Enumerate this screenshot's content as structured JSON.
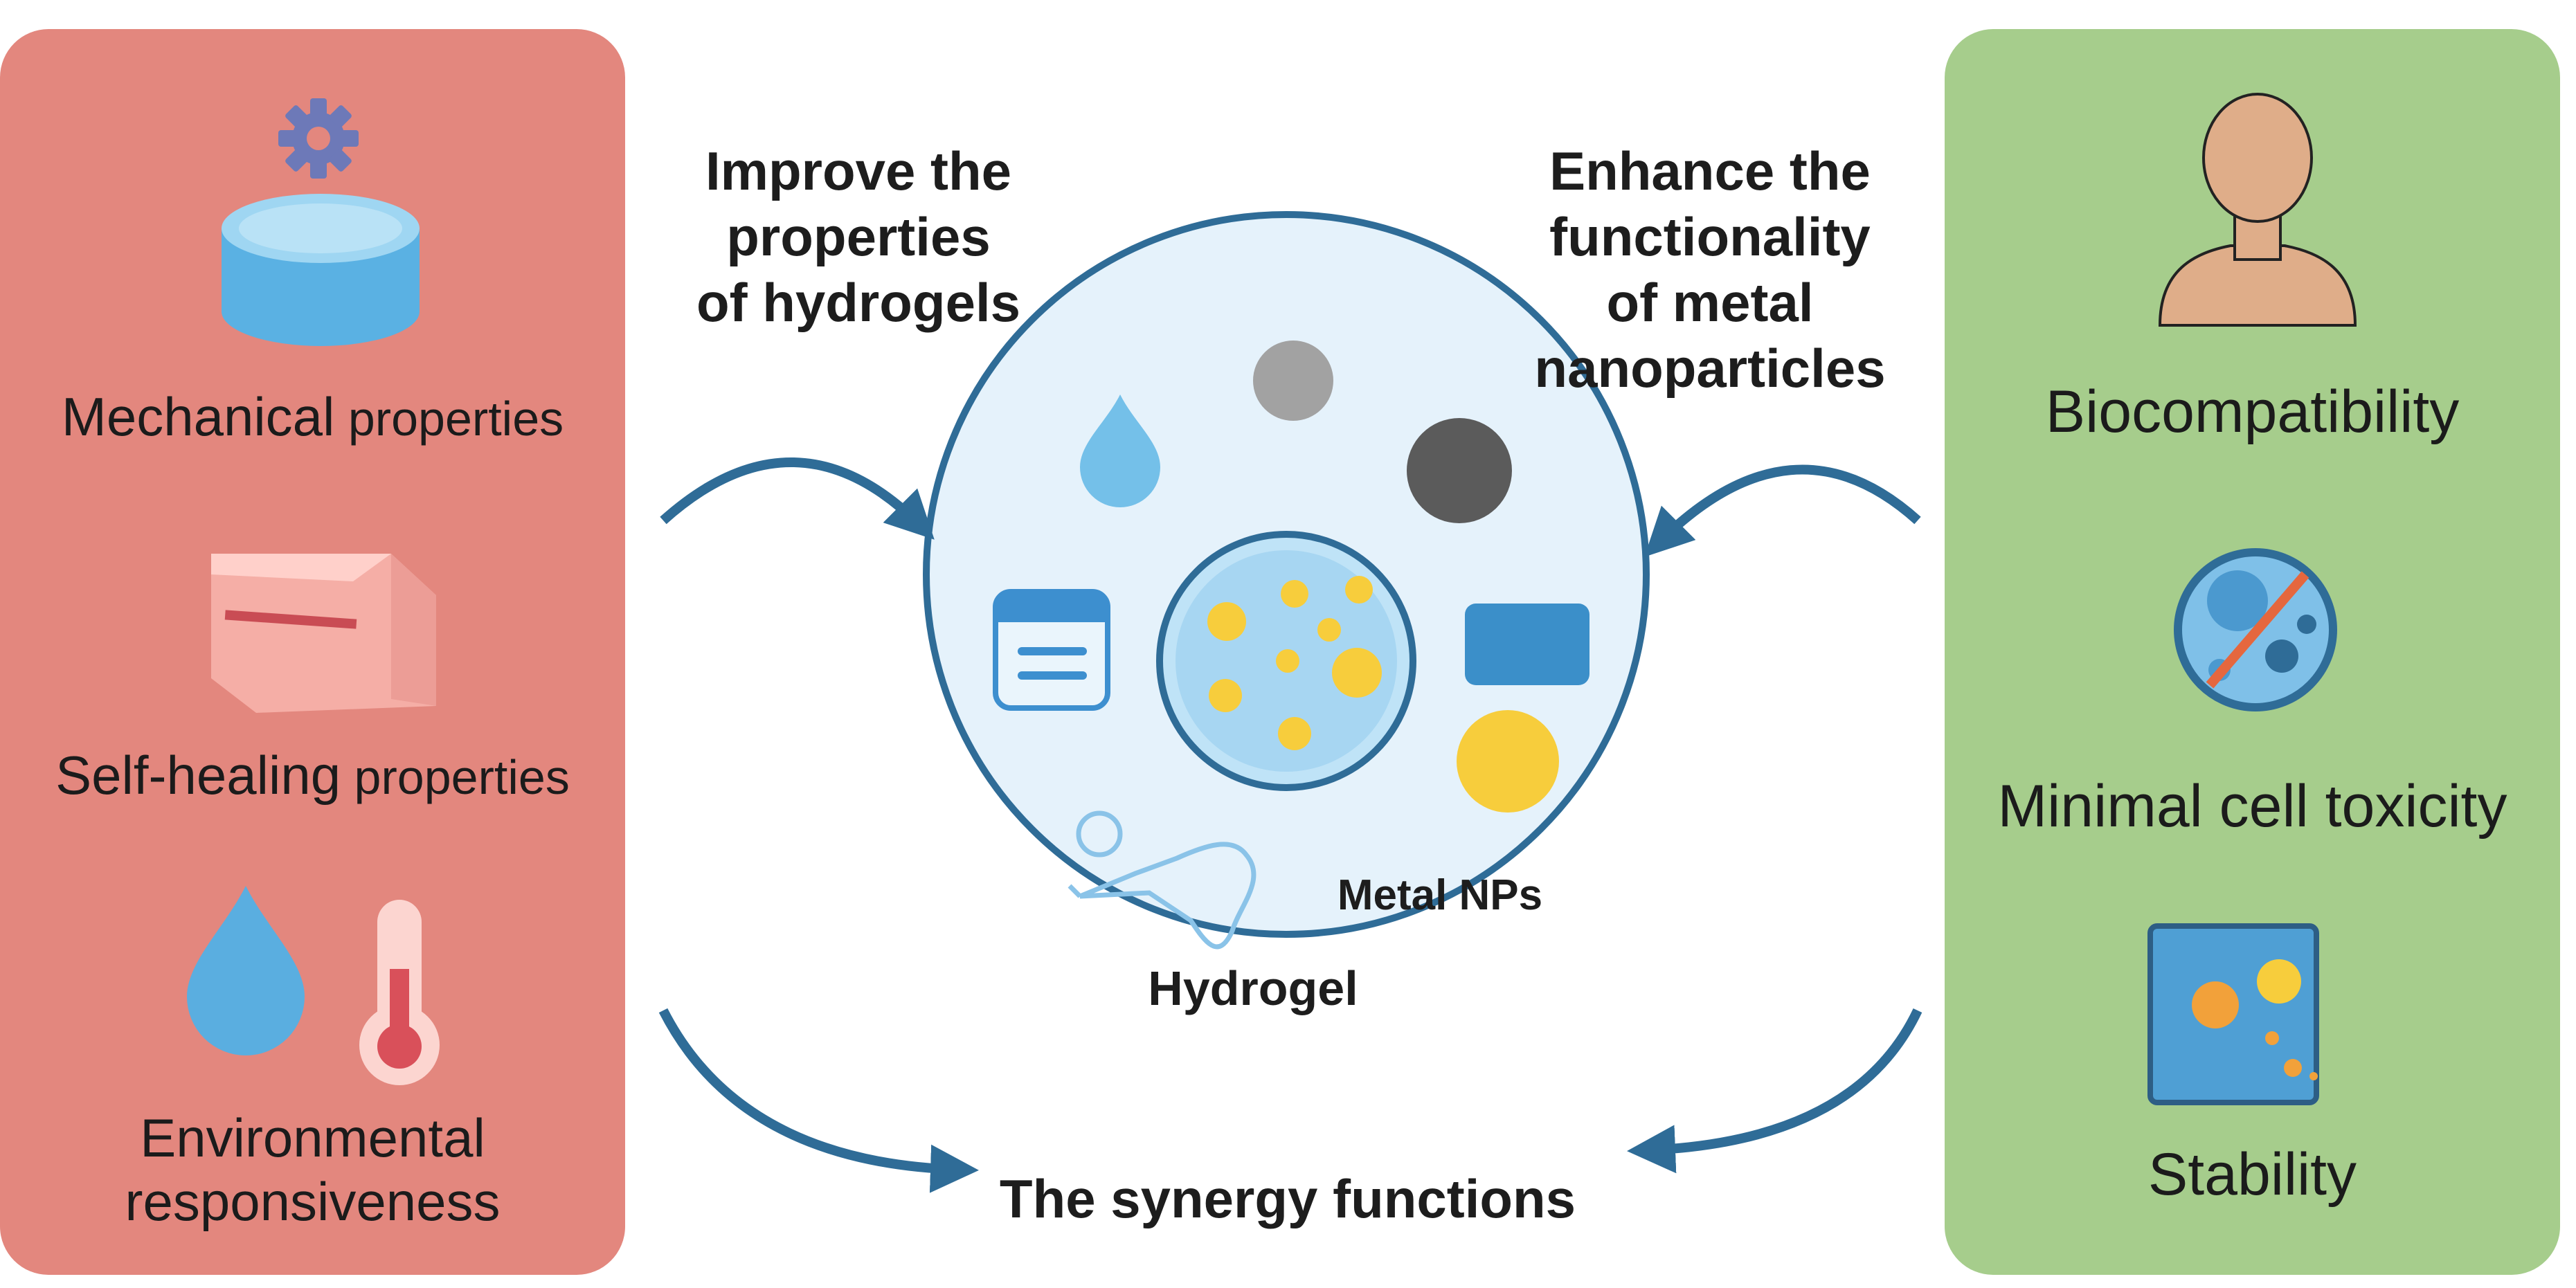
{
  "left_panel": {
    "color": "#e3877e",
    "items": [
      {
        "strong": "Mechanical",
        "light": " properties",
        "icon": "gear-cylinder-icon"
      },
      {
        "strong": "Self-healing",
        "light": " properties",
        "icon": "cube-icon"
      },
      {
        "text": "Environmental\nresponsiveness",
        "icons": [
          "water-drop-icon",
          "thermometer-icon"
        ]
      }
    ]
  },
  "right_panel": {
    "color": "#a6cd8c",
    "items": [
      {
        "text": "Biocompatibility",
        "icon": "person-icon"
      },
      {
        "text": "Minimal cell toxicity",
        "icon": "no-cell-icon"
      },
      {
        "text": "Stability",
        "icon": "stable-particles-icon"
      }
    ]
  },
  "center": {
    "left_caption": "Improve the\nproperties\nof hydrogels",
    "right_caption": "Enhance the\nfunctionality\nof metal\nnanoparticles",
    "bottom_caption": "The synergy functions",
    "metal_label": "Metal NPs",
    "hydrogel_label": "Hydrogel",
    "arrow_color": "#2f6c97",
    "circle_fill": "#e5f2fb",
    "circle_stroke": "#2f6c97"
  }
}
